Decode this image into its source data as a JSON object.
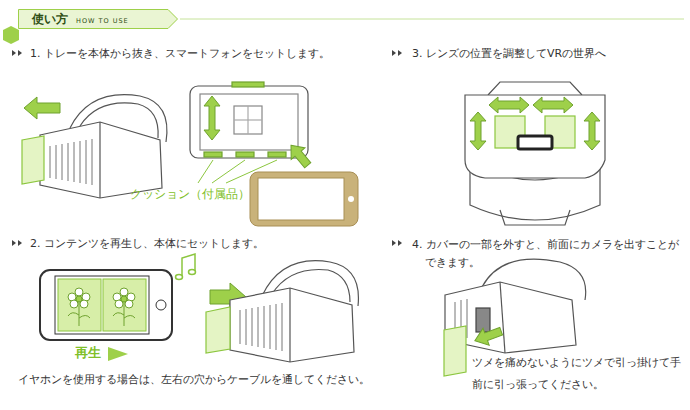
{
  "diagram": {
    "nodes": [
      {
        "text": [
          "使い方",
          "HOW TO USE"
        ]
      }
    ],
    "labels": [
      "1. トレーを本体から抜き、スマートフォンをセットします。",
      "クッション（付属品）",
      "2. コンテンツを再生し、本体にセットします。",
      "再生",
      "イヤホンを使用する場合は、左右の穴からケーブルを通してください。",
      "3. レンズの位置を調整してVRの世界へ",
      "4. カバーの一部を外すと、前面にカメラを出すことができます。",
      "ツメを痛めないようにツメで引っ掛けて手前に引っ張ってください。"
    ]
  }
}
